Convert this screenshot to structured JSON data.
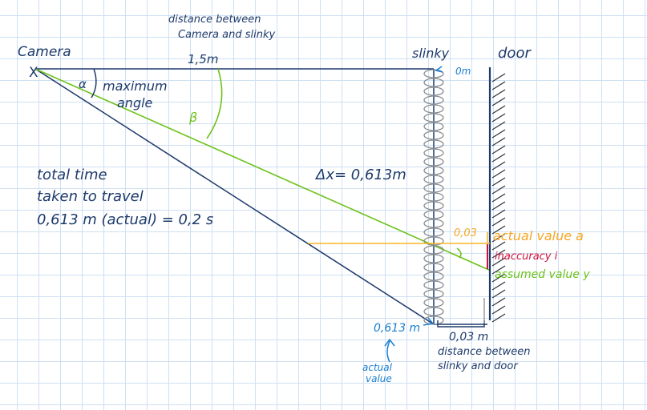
{
  "labels": {
    "camera": "Camera",
    "camera_mark": "X",
    "dist_cam_slinky_line1": "distance between",
    "dist_cam_slinky_line2": "Camera and slinky",
    "dist_cam_slinky_value": "1,5m",
    "slinky": "slinky",
    "zero_mark": "0m",
    "door": "door",
    "alpha": "α",
    "max_angle_line1": "maximum",
    "max_angle_line2": "angle",
    "beta": "β",
    "delta_x": "Δx= 0,613m",
    "total_time_line1": "total time",
    "total_time_line2": "taken to travel",
    "total_time_line3": "0,613 m (actual) = 0,2 s",
    "value_003": "0,03",
    "actual_value_a": "actual value a",
    "inaccuracy_i": "inaccuracy i",
    "assumed_value_y": "assumed value y",
    "value_0613m": "0,613 m",
    "actual_value_line1": "actual",
    "actual_value_line2": "value",
    "value_003m": "0,03 m",
    "dist_slinky_door_line1": "distance between",
    "dist_slinky_door_line2": "slinky and door"
  },
  "colors": {
    "navy": "#1d3a6b",
    "light_blue": "#1a7fd0",
    "green": "#6cc21a",
    "orange": "#f5a623",
    "red": "#d0103a",
    "grid": "#cfe0f3"
  }
}
